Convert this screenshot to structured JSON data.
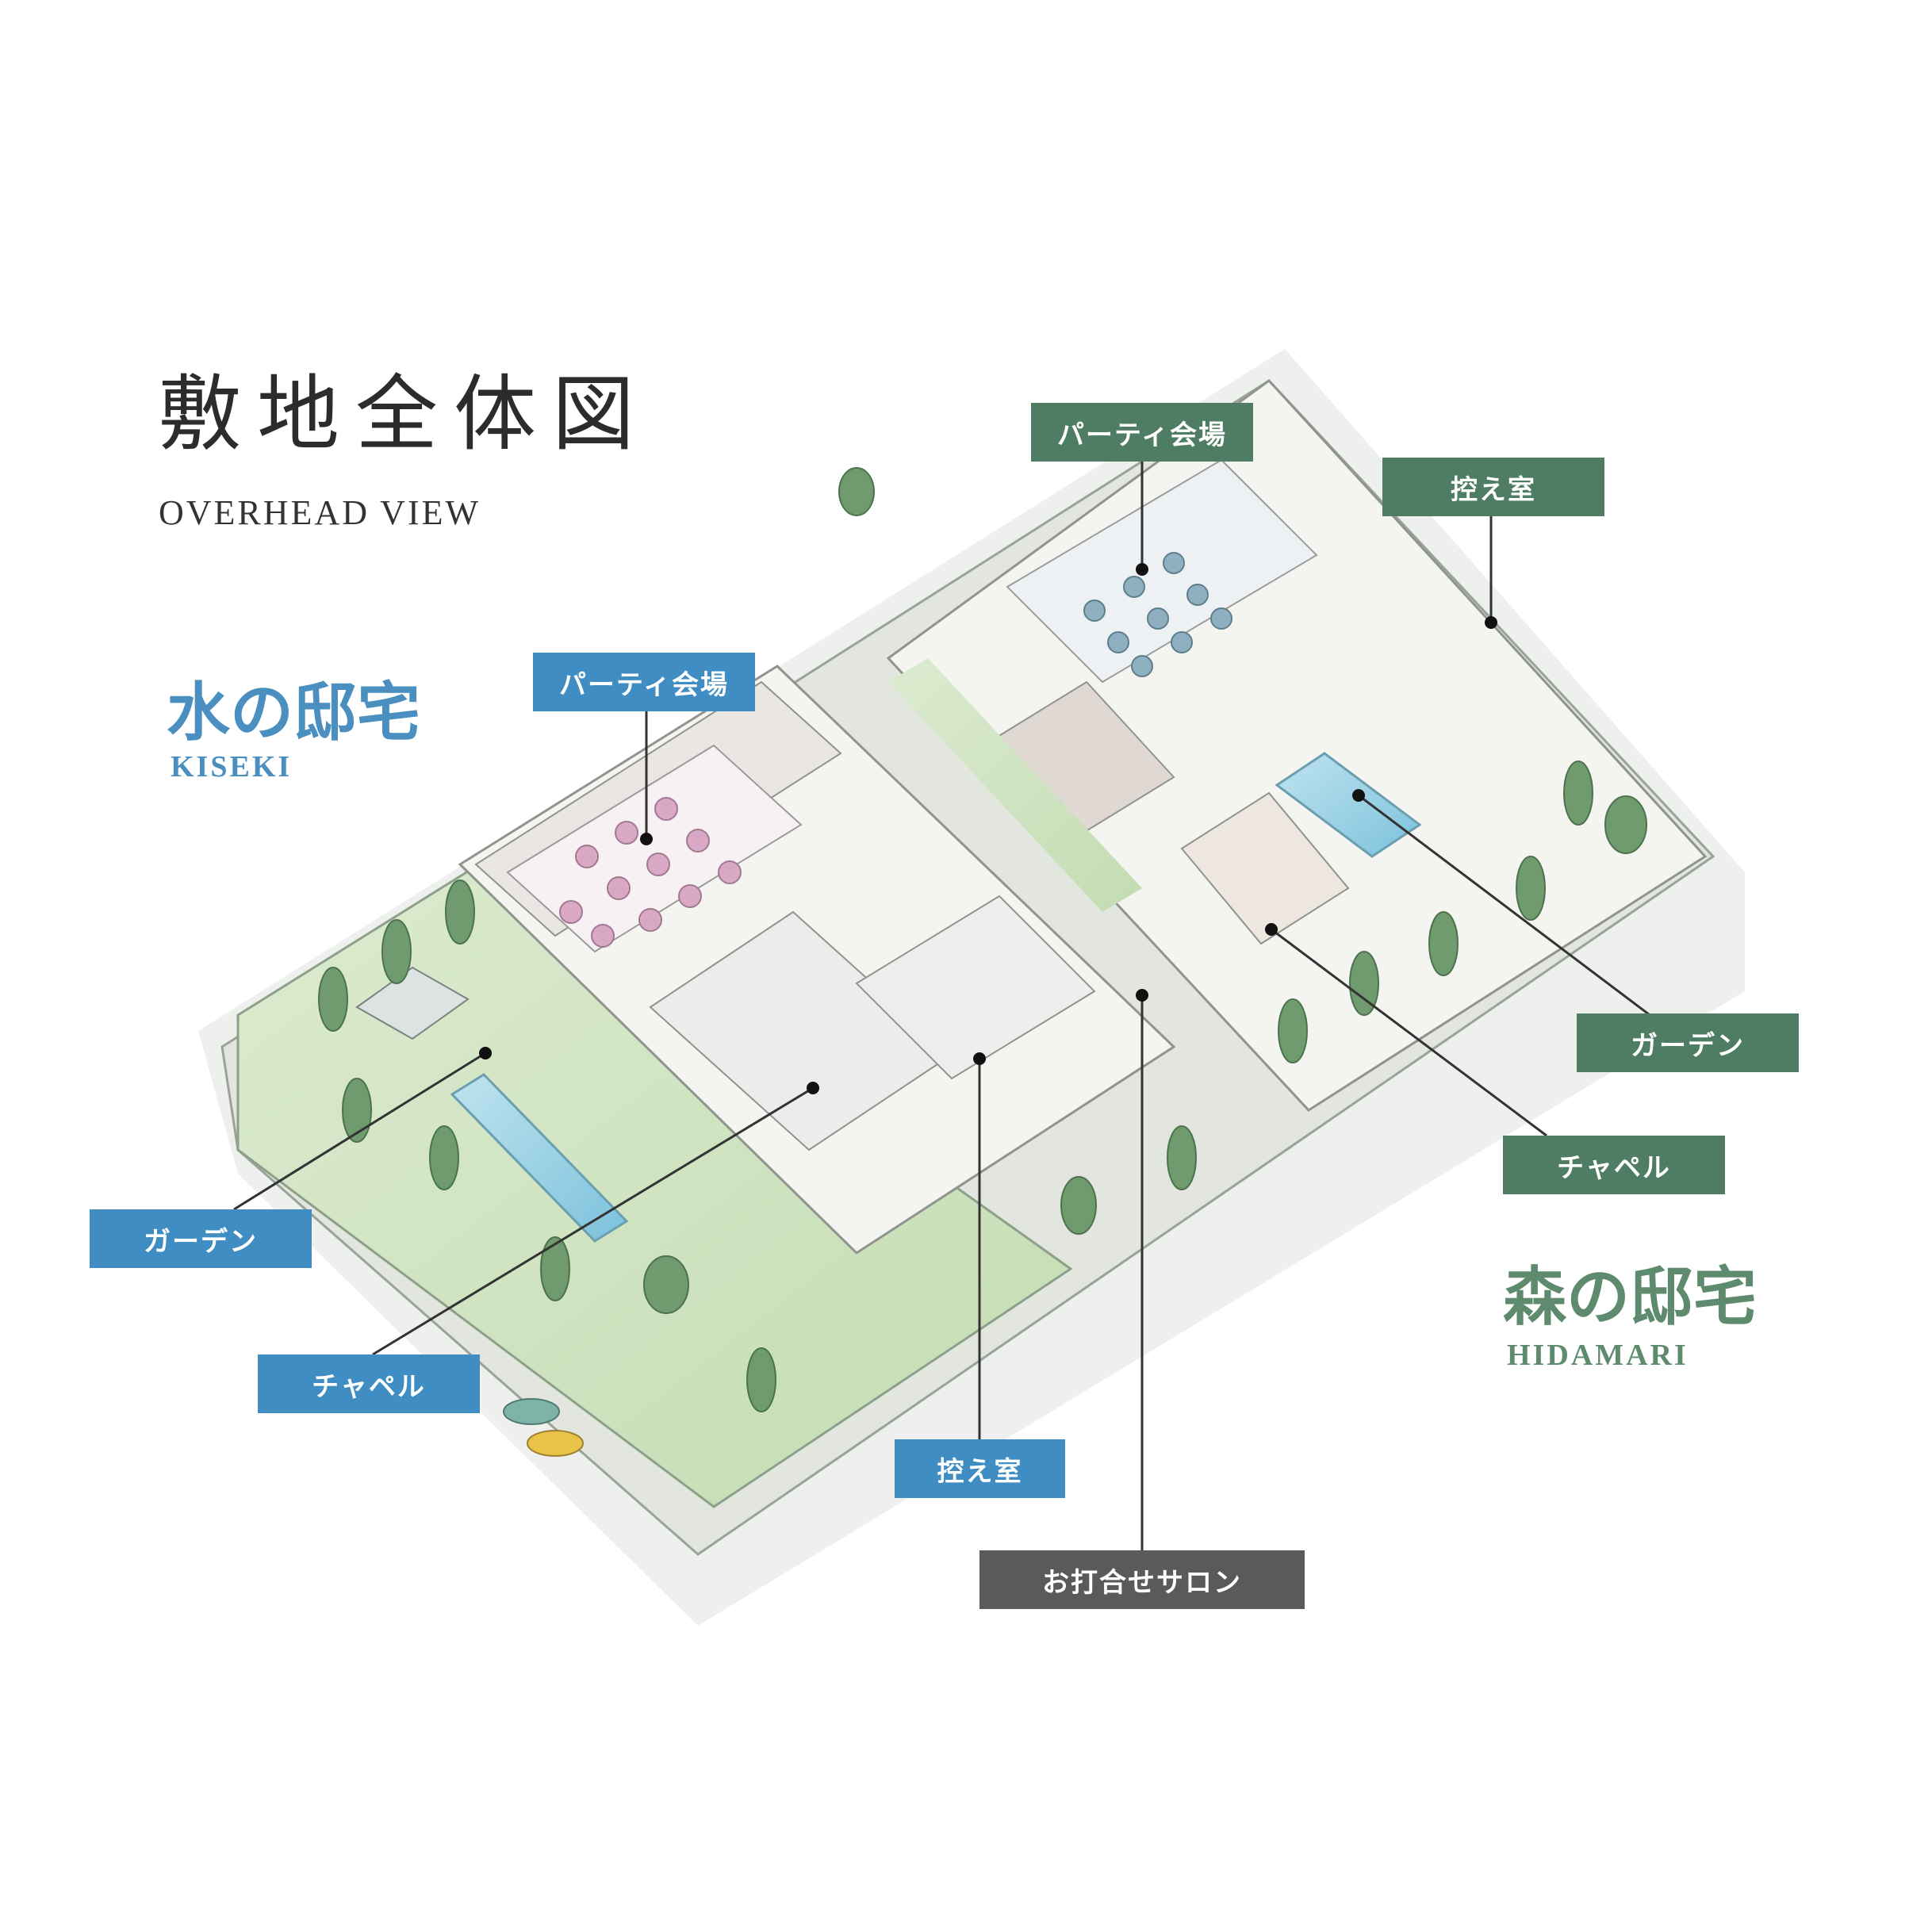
{
  "title": {
    "ja": "敷地全体図",
    "en": "OVERHEAD VIEW"
  },
  "estates": {
    "kiseki": {
      "ja": "水の邸宅",
      "en": "KISEKI",
      "color": "#3f8dc3"
    },
    "hidamari": {
      "ja": "森の邸宅",
      "en": "HIDAMARI",
      "color": "#4f7d63"
    }
  },
  "labels": {
    "kiseki_party": "パーティ会場",
    "kiseki_garden": "ガーデン",
    "kiseki_chapel": "チャペル",
    "kiseki_waiting": "控え室",
    "salon": "お打合せサロン",
    "hidamari_party": "パーティ会場",
    "hidamari_waiting": "控え室",
    "hidamari_garden": "ガーデン",
    "hidamari_chapel": "チャペル"
  }
}
